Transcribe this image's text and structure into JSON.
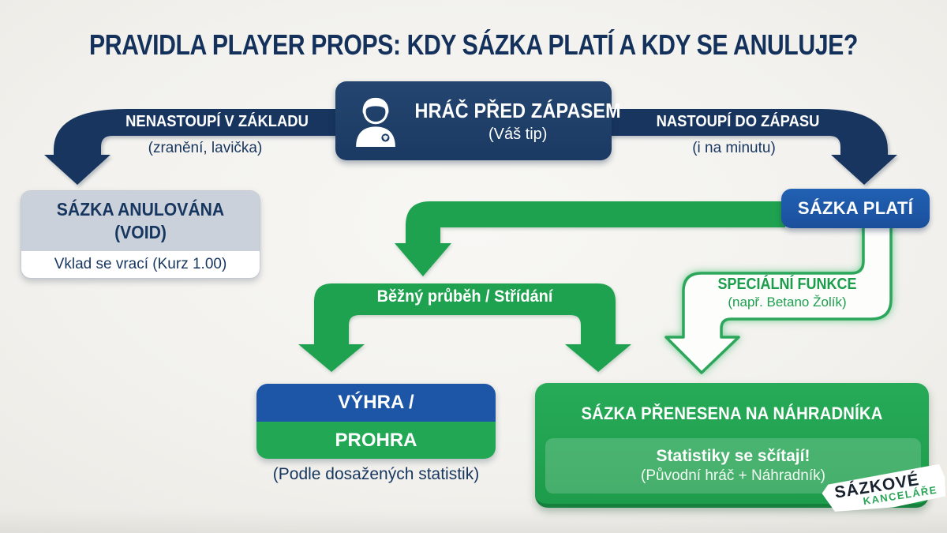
{
  "title": "PRAVIDLA PLAYER PROPS: KDY SÁZKA PLATÍ A KDY SE ANULUJE?",
  "header": {
    "title": "HRÁČ PŘED ZÁPASEM",
    "subtitle": "(Váš tip)",
    "icon": "player-icon"
  },
  "branches": {
    "left": {
      "label": "NENASTOUPÍ V ZÁKLADU",
      "sublabel": "(zranění, lavička)"
    },
    "right": {
      "label": "NASTOUPÍ DO ZÁPASU",
      "sublabel": "(i na minutu)"
    }
  },
  "void_box": {
    "title_line1": "SÁZKA ANULOVÁNA",
    "title_line2": "(VOID)",
    "note": "Vklad se vrací (Kurz 1.00)"
  },
  "valid_box": {
    "label": "SÁZKA PLATÍ"
  },
  "paths": {
    "normal": {
      "label": "Běžný průběh / Střídání"
    },
    "special": {
      "label": "SPECIÁLNÍ FUNKCE",
      "sublabel": "(např. Betano Žolík)"
    }
  },
  "outcome_box": {
    "line1": "VÝHRA /",
    "line2": "PROHRA",
    "caption": "(Podle dosažených statistik)"
  },
  "transfer_box": {
    "title": "SÁZKA PŘENESENA NA NÁHRADNÍKA",
    "highlight": "Statistiky se sčítají!",
    "detail": "(Původní hráč + Náhradník)"
  },
  "logo": {
    "line1": "SÁZKOVÉ",
    "line2": "KANCELÁŘE"
  },
  "colors": {
    "navy": "#17355e",
    "blue": "#1d56a6",
    "green": "#1ea24f",
    "green_dark": "#15813c",
    "gray_panel": "#cbd1da",
    "background": "#f2f1ed",
    "text_navy": "#17365f",
    "text_green": "#1a9e4c"
  }
}
